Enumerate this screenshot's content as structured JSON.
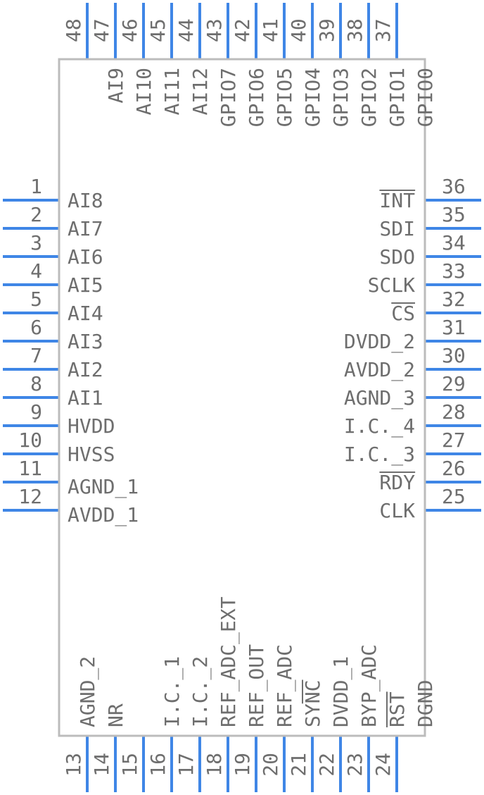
{
  "colors": {
    "pin": "#3f86e6",
    "body_stroke": "#bcbcbc",
    "text": "#6e6e6e"
  },
  "left_pins": [
    {
      "num": "1",
      "label": "AI8",
      "bar": false
    },
    {
      "num": "2",
      "label": "AI7",
      "bar": false
    },
    {
      "num": "3",
      "label": "AI6",
      "bar": false
    },
    {
      "num": "4",
      "label": "AI5",
      "bar": false
    },
    {
      "num": "5",
      "label": "AI4",
      "bar": false
    },
    {
      "num": "6",
      "label": "AI3",
      "bar": false
    },
    {
      "num": "7",
      "label": "AI2",
      "bar": false
    },
    {
      "num": "8",
      "label": "AI1",
      "bar": false
    },
    {
      "num": "9",
      "label": "HVDD",
      "bar": false
    },
    {
      "num": "10",
      "label": "HVSS",
      "bar": false
    },
    {
      "num": "11",
      "label": "AGND_1",
      "bar": false
    },
    {
      "num": "12",
      "label": "AVDD_1",
      "bar": false
    }
  ],
  "right_pins": [
    {
      "num": "36",
      "label": "INT",
      "bar": true
    },
    {
      "num": "35",
      "label": "SDI",
      "bar": false
    },
    {
      "num": "34",
      "label": "SDO",
      "bar": false
    },
    {
      "num": "33",
      "label": "SCLK",
      "bar": false
    },
    {
      "num": "32",
      "label": "CS",
      "bar": true
    },
    {
      "num": "31",
      "label": "DVDD_2",
      "bar": false
    },
    {
      "num": "30",
      "label": "AVDD_2",
      "bar": false
    },
    {
      "num": "29",
      "label": "AGND_3",
      "bar": false
    },
    {
      "num": "28",
      "label": "I.C._4",
      "bar": false
    },
    {
      "num": "27",
      "label": "I.C._3",
      "bar": false
    },
    {
      "num": "26",
      "label": "RDY",
      "bar": true
    },
    {
      "num": "25",
      "label": "CLK",
      "bar": false
    }
  ],
  "bottom_pins": [
    {
      "num": "13",
      "label": "AGND_2",
      "bar": false
    },
    {
      "num": "14",
      "label": "NR",
      "bar": false
    },
    {
      "num": "15",
      "label": "",
      "bar": false
    },
    {
      "num": "16",
      "label": "I.C._1",
      "bar": false
    },
    {
      "num": "17",
      "label": "I.C._2",
      "bar": false
    },
    {
      "num": "18",
      "label": "REF_ADC_EXT",
      "bar": false
    },
    {
      "num": "19",
      "label": "REF_OUT",
      "bar": false
    },
    {
      "num": "20",
      "label": "REF_ADC",
      "bar": false
    },
    {
      "num": "21",
      "label": "SYNC",
      "bar": true
    },
    {
      "num": "22",
      "label": "DVDD_1",
      "bar": false
    },
    {
      "num": "23",
      "label": "BYP_ADC",
      "bar": false
    },
    {
      "num": "24",
      "label": "RST",
      "bar": true
    },
    {
      "num": "",
      "label": "DGND",
      "bar": false
    }
  ],
  "top_pins": [
    {
      "num": "48",
      "label": "",
      "bar": false
    },
    {
      "num": "47",
      "label": "AI9",
      "bar": false
    },
    {
      "num": "46",
      "label": "AI10",
      "bar": false
    },
    {
      "num": "45",
      "label": "AI11",
      "bar": false
    },
    {
      "num": "44",
      "label": "AI12",
      "bar": false
    },
    {
      "num": "43",
      "label": "GPIO7",
      "bar": false
    },
    {
      "num": "42",
      "label": "GPIO6",
      "bar": false
    },
    {
      "num": "41",
      "label": "GPIO5",
      "bar": false
    },
    {
      "num": "40",
      "label": "GPIO4",
      "bar": false
    },
    {
      "num": "39",
      "label": "GPIO3",
      "bar": false
    },
    {
      "num": "38",
      "label": "GPIO2",
      "bar": false
    },
    {
      "num": "37",
      "label": "GPIO1",
      "bar": false
    },
    {
      "num": "",
      "label": "GPIO0",
      "bar": false
    }
  ]
}
